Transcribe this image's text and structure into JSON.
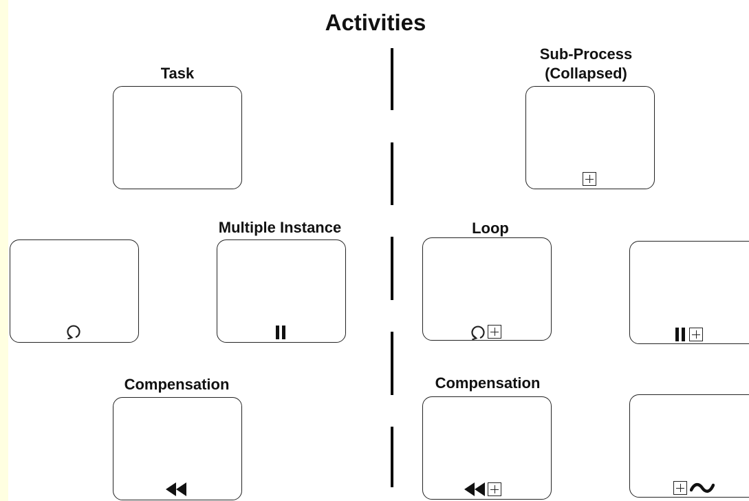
{
  "title": "Activities",
  "labels": {
    "task": "Task",
    "subprocess": "Sub-Process\n(Collapsed)",
    "multiple_instance": "Multiple Instance",
    "loop": "Loop",
    "compensation_left": "Compensation",
    "compensation_right": "Compensation"
  },
  "shapes": {
    "task": "task-activity",
    "subprocess_collapsed": "collapsed-subprocess-activity",
    "loop_task": "loop-task-activity",
    "multi_instance_task": "multiple-instance-task-activity",
    "loop_subprocess": "loop-subprocess-activity",
    "multi_instance_subprocess": "multiple-instance-subprocess-activity",
    "compensation_task": "compensation-task-activity",
    "compensation_subprocess": "compensation-subprocess-activity",
    "adhoc_subprocess": "adhoc-subprocess-activity"
  },
  "markers": {
    "loop": "loop-marker-icon",
    "multi_instance": "parallel-bars-marker-icon",
    "compensation": "rewind-marker-icon",
    "collapsed": "plus-marker-icon",
    "adhoc": "tilde-marker-icon"
  },
  "colors": {
    "background": "#ffffe1",
    "canvas": "#ffffff",
    "stroke": "#222222"
  }
}
